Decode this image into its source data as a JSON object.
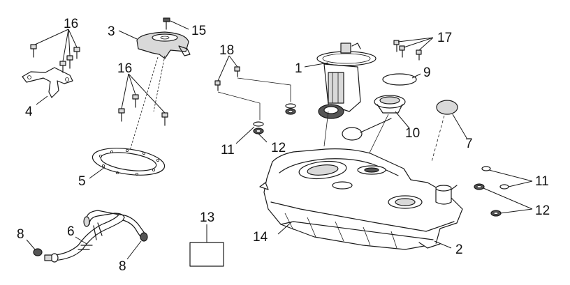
{
  "diagram": {
    "callouts": [
      {
        "id": "c16a",
        "text": "16"
      },
      {
        "id": "c3",
        "text": "3"
      },
      {
        "id": "c15",
        "text": "15"
      },
      {
        "id": "c18",
        "text": "18"
      },
      {
        "id": "c1",
        "text": "1"
      },
      {
        "id": "c17",
        "text": "17"
      },
      {
        "id": "c9",
        "text": "9"
      },
      {
        "id": "c16b",
        "text": "16"
      },
      {
        "id": "c4",
        "text": "4"
      },
      {
        "id": "c11a",
        "text": "11"
      },
      {
        "id": "c12a",
        "text": "12"
      },
      {
        "id": "c10",
        "text": "10"
      },
      {
        "id": "c7",
        "text": "7"
      },
      {
        "id": "c5",
        "text": "5"
      },
      {
        "id": "c11b",
        "text": "11"
      },
      {
        "id": "c12b",
        "text": "12"
      },
      {
        "id": "c13",
        "text": "13"
      },
      {
        "id": "c14",
        "text": "14"
      },
      {
        "id": "c2",
        "text": "2"
      },
      {
        "id": "c8a",
        "text": "8"
      },
      {
        "id": "c6",
        "text": "6"
      },
      {
        "id": "c8b",
        "text": "8"
      }
    ]
  }
}
